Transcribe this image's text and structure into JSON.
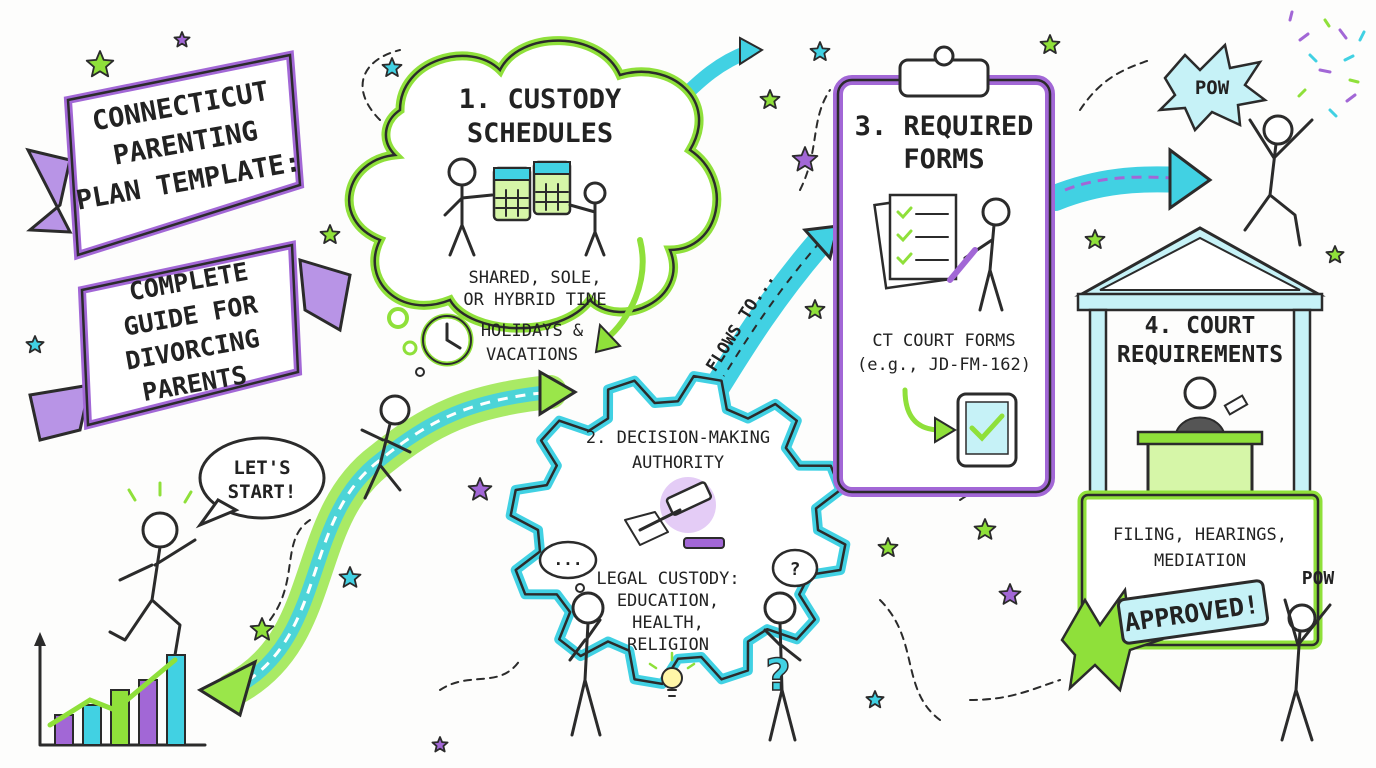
{
  "title": {
    "line1": "CONNECTICUT",
    "line2": "PARENTING",
    "line3": "PLAN TEMPLATE:"
  },
  "subtitle": {
    "line1": "COMPLETE",
    "line2": "GUIDE FOR",
    "line3": "DIVORCING",
    "line4": "PARENTS"
  },
  "start_bubble": {
    "line1": "LET'S",
    "line2": "START!"
  },
  "step1": {
    "title1": "1. CUSTODY",
    "title2": "SCHEDULES",
    "note1": "SHARED, SOLE,",
    "note2": "OR HYBRID TIME",
    "holiday1": "HOLIDAYS &",
    "holiday2": "VACATIONS"
  },
  "flow_label": "FLOWS TO...",
  "step2": {
    "title1": "2. DECISION-MAKING",
    "title2": "AUTHORITY",
    "note1": "LEGAL CUSTODY:",
    "note2": "EDUCATION,",
    "note3": "HEALTH,",
    "note4": "RELIGION",
    "thought_left": "...",
    "thought_right": "?"
  },
  "step3": {
    "title1": "3. REQUIRED",
    "title2": "FORMS",
    "note1": "CT COURT FORMS",
    "note2": "(e.g., JD-FM-162)"
  },
  "step4": {
    "title1": "4. COURT",
    "title2": "REQUIREMENTS",
    "note1": "FILING, HEARINGS,",
    "note2": "MEDIATION",
    "stamp": "APPROVED!"
  },
  "pow_top": "POW",
  "pow_bottom": "POW",
  "colors": {
    "green": "#8fe03a",
    "cyan": "#3fd3e6",
    "purple": "#a267d6",
    "ink": "#2b2b2b"
  }
}
